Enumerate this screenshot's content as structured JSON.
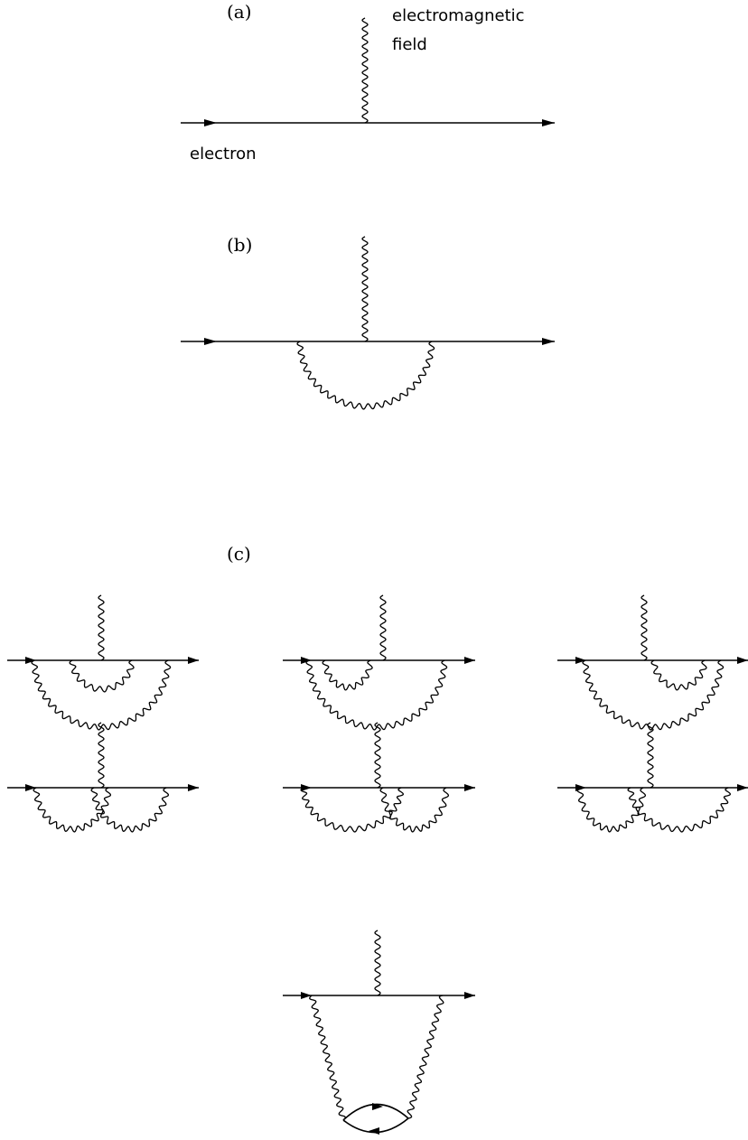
{
  "panels": {
    "a": {
      "label": "(a)"
    },
    "b": {
      "label": "(b)"
    },
    "c": {
      "label": "(c)"
    }
  },
  "annotations": {
    "field_line1": "electromagnetic",
    "field_line2": "field",
    "electron": "electron"
  },
  "colors": {
    "ink": "#000000",
    "background": "#ffffff"
  }
}
